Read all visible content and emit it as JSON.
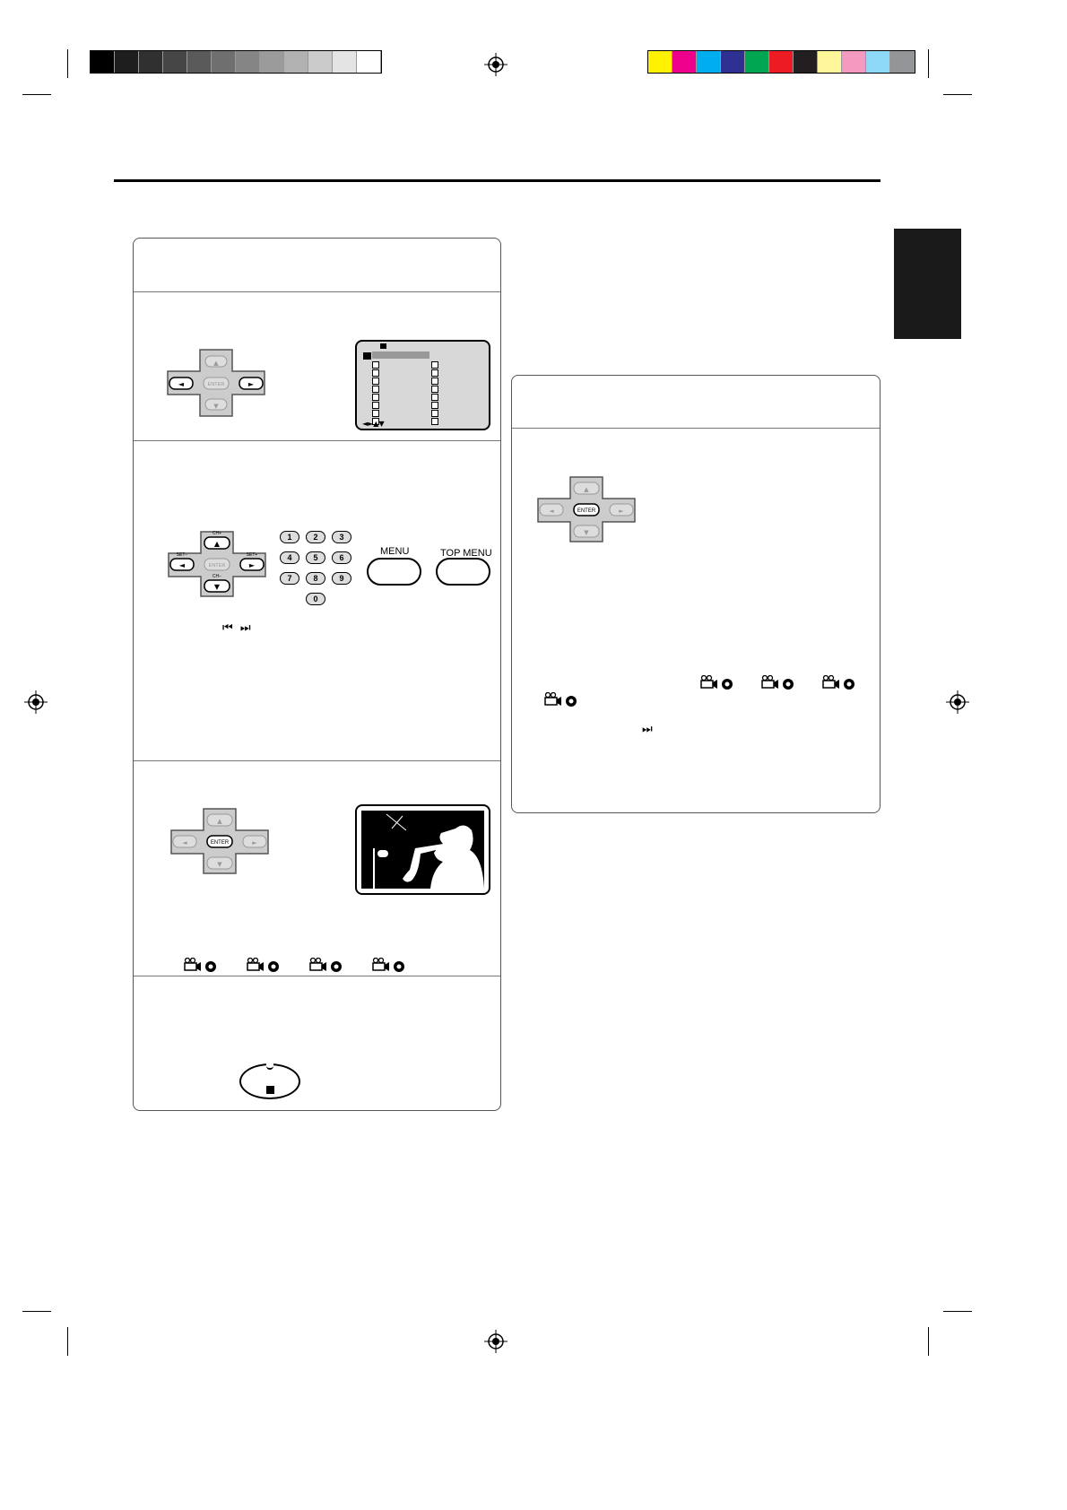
{
  "print_marks": {
    "grayscale": [
      "#000000",
      "#1e1e1e",
      "#303030",
      "#464646",
      "#5a5a5a",
      "#6f6f6f",
      "#858585",
      "#9b9b9b",
      "#b1b1b1",
      "#cbcbcb",
      "#e4e4e4",
      "#ffffff"
    ],
    "colors": [
      "#fff200",
      "#ec008c",
      "#00aeef",
      "#2e3192",
      "#00a651",
      "#ed1c24",
      "#231f20",
      "#fff799",
      "#f49ac1",
      "#8ed8f8",
      "#939598"
    ]
  },
  "side_tab_color": "#1a1a1a",
  "remote": {
    "dpad": {
      "up": "CH+",
      "down": "CH−",
      "left": "SET−",
      "right": "SET+",
      "center": "ENTER",
      "up_arrow": "▲",
      "down_arrow": "▼",
      "left_arrow": "◄",
      "right_arrow": "►"
    },
    "number_keys": [
      "1",
      "2",
      "3",
      "4",
      "5",
      "6",
      "7",
      "8",
      "9",
      "0"
    ],
    "menu_label": "MENU",
    "top_menu_label": "TOP MENU",
    "skip_icons": "⏮ ⏭",
    "skip_next_icon": "⏭",
    "stop_icon": "■"
  },
  "menu_screen": {
    "stop_symbol": "■",
    "nav_arrows": "◄►▲▼"
  },
  "angle_icons": [
    "camera-angle-1",
    "camera-angle-2",
    "camera-angle-3",
    "camera-angle-4"
  ]
}
